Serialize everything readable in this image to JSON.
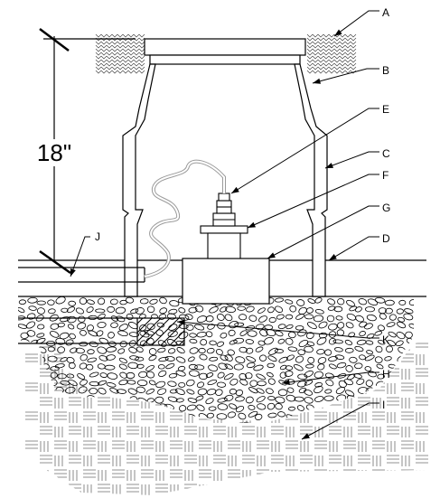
{
  "dimension": {
    "label": "18\""
  },
  "callouts": [
    {
      "letter": "A"
    },
    {
      "letter": "B"
    },
    {
      "letter": "C"
    },
    {
      "letter": "D"
    },
    {
      "letter": "E"
    },
    {
      "letter": "F"
    },
    {
      "letter": "G"
    },
    {
      "letter": "H"
    },
    {
      "letter": "I"
    },
    {
      "letter": "J"
    },
    {
      "letter": "K"
    }
  ],
  "colors": {
    "line": "#000000",
    "tubing": "#9a9a9a",
    "hatch": "#6e6e6e"
  }
}
